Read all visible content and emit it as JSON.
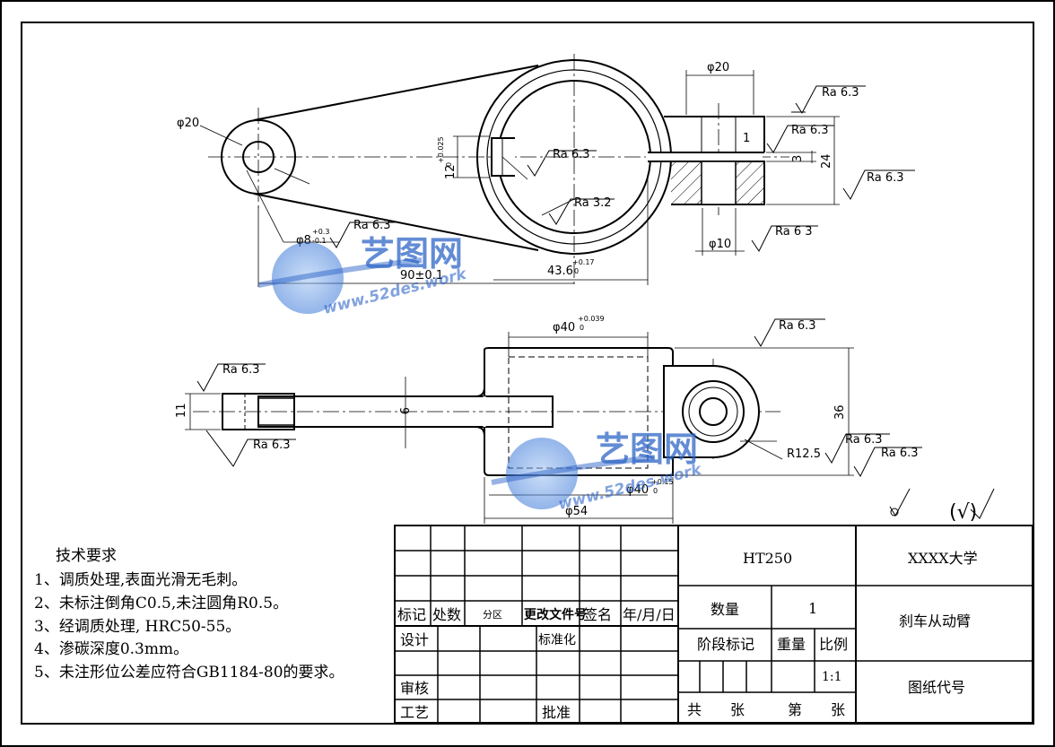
{
  "drawing": {
    "dims": {
      "phi20_top": "φ20",
      "phi20_left": "φ20",
      "phi8": "φ8",
      "phi8_tol_up": "+0.3",
      "phi8_tol_dn": "-0.1",
      "d90": "90±0.1",
      "d43": "43.6",
      "d43_tol_up": "+0.17",
      "d43_tol_dn": "0",
      "d12": "12",
      "d12_tol": "+0.025",
      "d12_tol_dn": "0",
      "d1": "1",
      "d3": "3",
      "d24": "24",
      "phi10": "φ10",
      "phi40_top": "φ40",
      "phi40_top_tol_up": "+0.039",
      "phi40_top_tol_dn": "0",
      "phi40_bot": "φ40",
      "phi40_bot_tol_up": "+0.15",
      "phi40_bot_tol_dn": "0",
      "phi54": "φ54",
      "d36": "36",
      "d11": "11",
      "d9": "9",
      "r12": "R12.5"
    },
    "roughness": {
      "ra63": "Ra 6.3",
      "ra32": "Ra 3.2",
      "ra63b": "Ra 6 3"
    },
    "general_roughness": "(√)"
  },
  "watermark": {
    "brand": "艺图网",
    "url": "www.52des.work"
  },
  "notes": {
    "title": "技术要求",
    "items": [
      "1、调质处理,表面光滑无毛刺。",
      "2、未标注倒角C0.5,未注圆角R0.5。",
      "3、经调质处理, HRC50-55。",
      "4、渗碳深度0.3mm。",
      "5、未注形位公差应符合GB1184-80的要求。"
    ]
  },
  "title_block": {
    "material": "HT250",
    "school": "XXXX大学",
    "part_name": "刹车从动臂",
    "drawing_no": "图纸代号",
    "quantity_label": "数量",
    "quantity": "1",
    "stage_label": "阶段标记",
    "weight_label": "重量",
    "scale_label": "比例",
    "scale": "1:1",
    "total_label": "共",
    "sheet_label": "张",
    "page_label": "第",
    "page_sheet_label": "张",
    "rev_headers": [
      "标记",
      "处数",
      "分区",
      "更改文件号",
      "签名",
      "年/月/日"
    ],
    "design": "设计",
    "standard": "标准化",
    "review": "审核",
    "process": "工艺",
    "approve": "批准"
  }
}
